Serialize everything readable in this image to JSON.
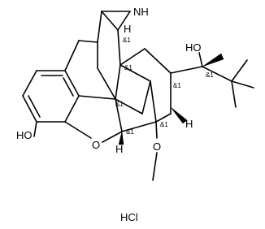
{
  "molecule": {
    "atoms": {
      "nh": "NH",
      "h_top": "H",
      "ho_right": "HO",
      "ho_left": "HO",
      "o_bridge": "O",
      "h_bottom": "H",
      "h_right": "H",
      "o_methoxy": "O",
      "salt": "HCl"
    },
    "stereo_labels": [
      "&1",
      "&1",
      "&1",
      "&1",
      "&1",
      "&1",
      "&1"
    ]
  }
}
